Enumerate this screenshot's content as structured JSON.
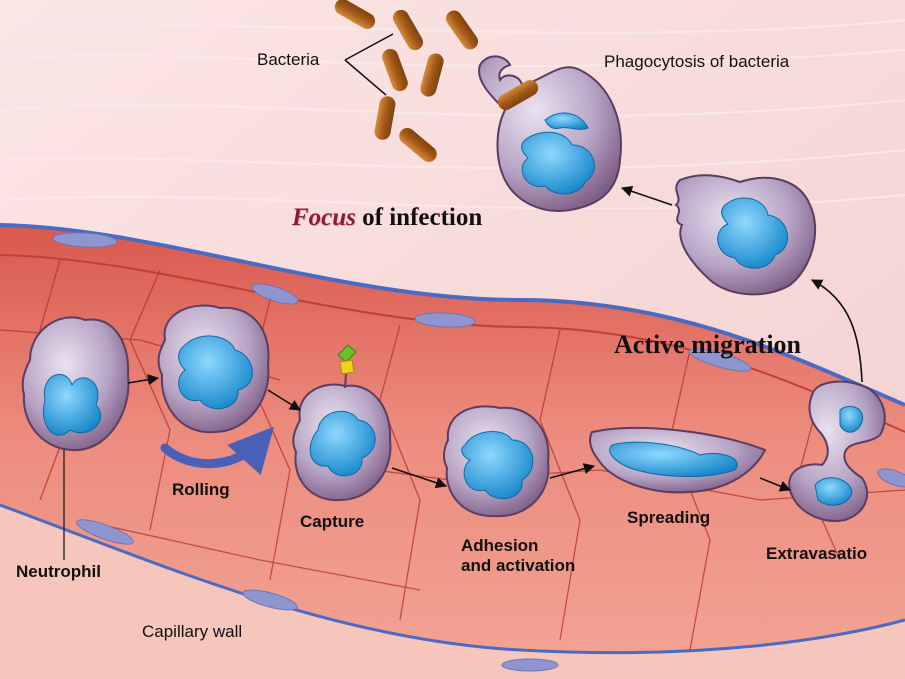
{
  "labels": {
    "bacteria": "Bacteria",
    "phagocytosis": "Phagocytosis of bacteria",
    "focus_word": "Focus",
    "focus_rest": " of infection",
    "active_migration": "Active migration",
    "neutrophil": "Neutrophil",
    "rolling": "Rolling",
    "capture": "Capture",
    "adhesion_line1": "Adhesion",
    "adhesion_line2": "and activation",
    "spreading": "Spreading",
    "extravasation": "Extravasatio",
    "capillary_wall": "Capillary wall"
  },
  "icons": {
    "cell": "neutrophil-cell-icon",
    "bacterium": "rod-bacterium-icon",
    "arrow": "step-arrow-icon"
  },
  "colors": {
    "tissue": "#f6d9d8",
    "vessel": "#e8776a",
    "vessel_dark": "#c94840",
    "endothelial_nucleus": "#8f96cf",
    "cell_membrane": "#7d5a82",
    "cell_fill": "#b8a6c6",
    "nucleus": "#2aa3e0",
    "bacterium": "#b36a22",
    "rolling_arrow": "#4a5fb8",
    "capture_ligand_green": "#6bbf2a",
    "capture_ligand_yellow": "#f2d21a",
    "text": "#111111"
  }
}
